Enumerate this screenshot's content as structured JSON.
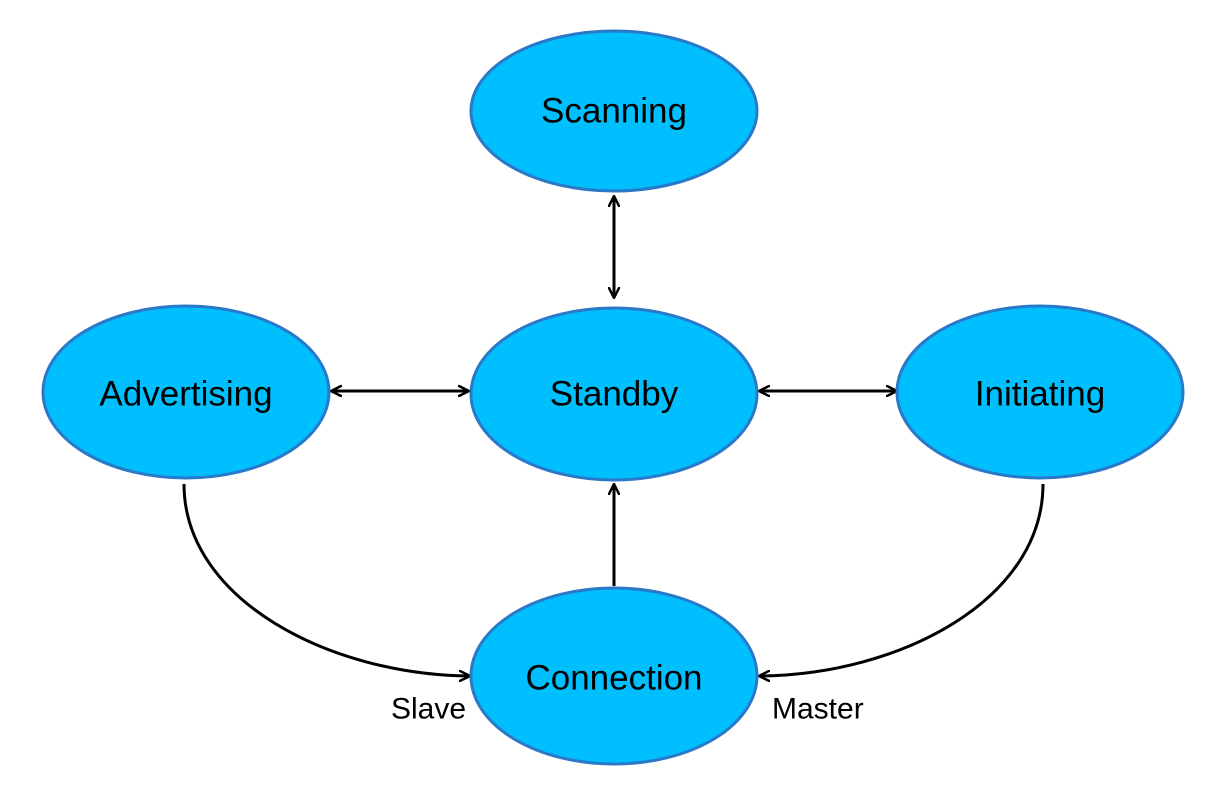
{
  "diagram": {
    "states": {
      "scanning": "Scanning",
      "standby": "Standby",
      "advertising": "Advertising",
      "initiating": "Initiating",
      "connection": "Connection"
    },
    "transitions": {
      "advertising_to_connection": "Slave",
      "initiating_to_connection": "Master"
    },
    "colors": {
      "state_fill": "#00bfff",
      "state_outline": "#2a78c8",
      "edge": "#000000"
    }
  }
}
